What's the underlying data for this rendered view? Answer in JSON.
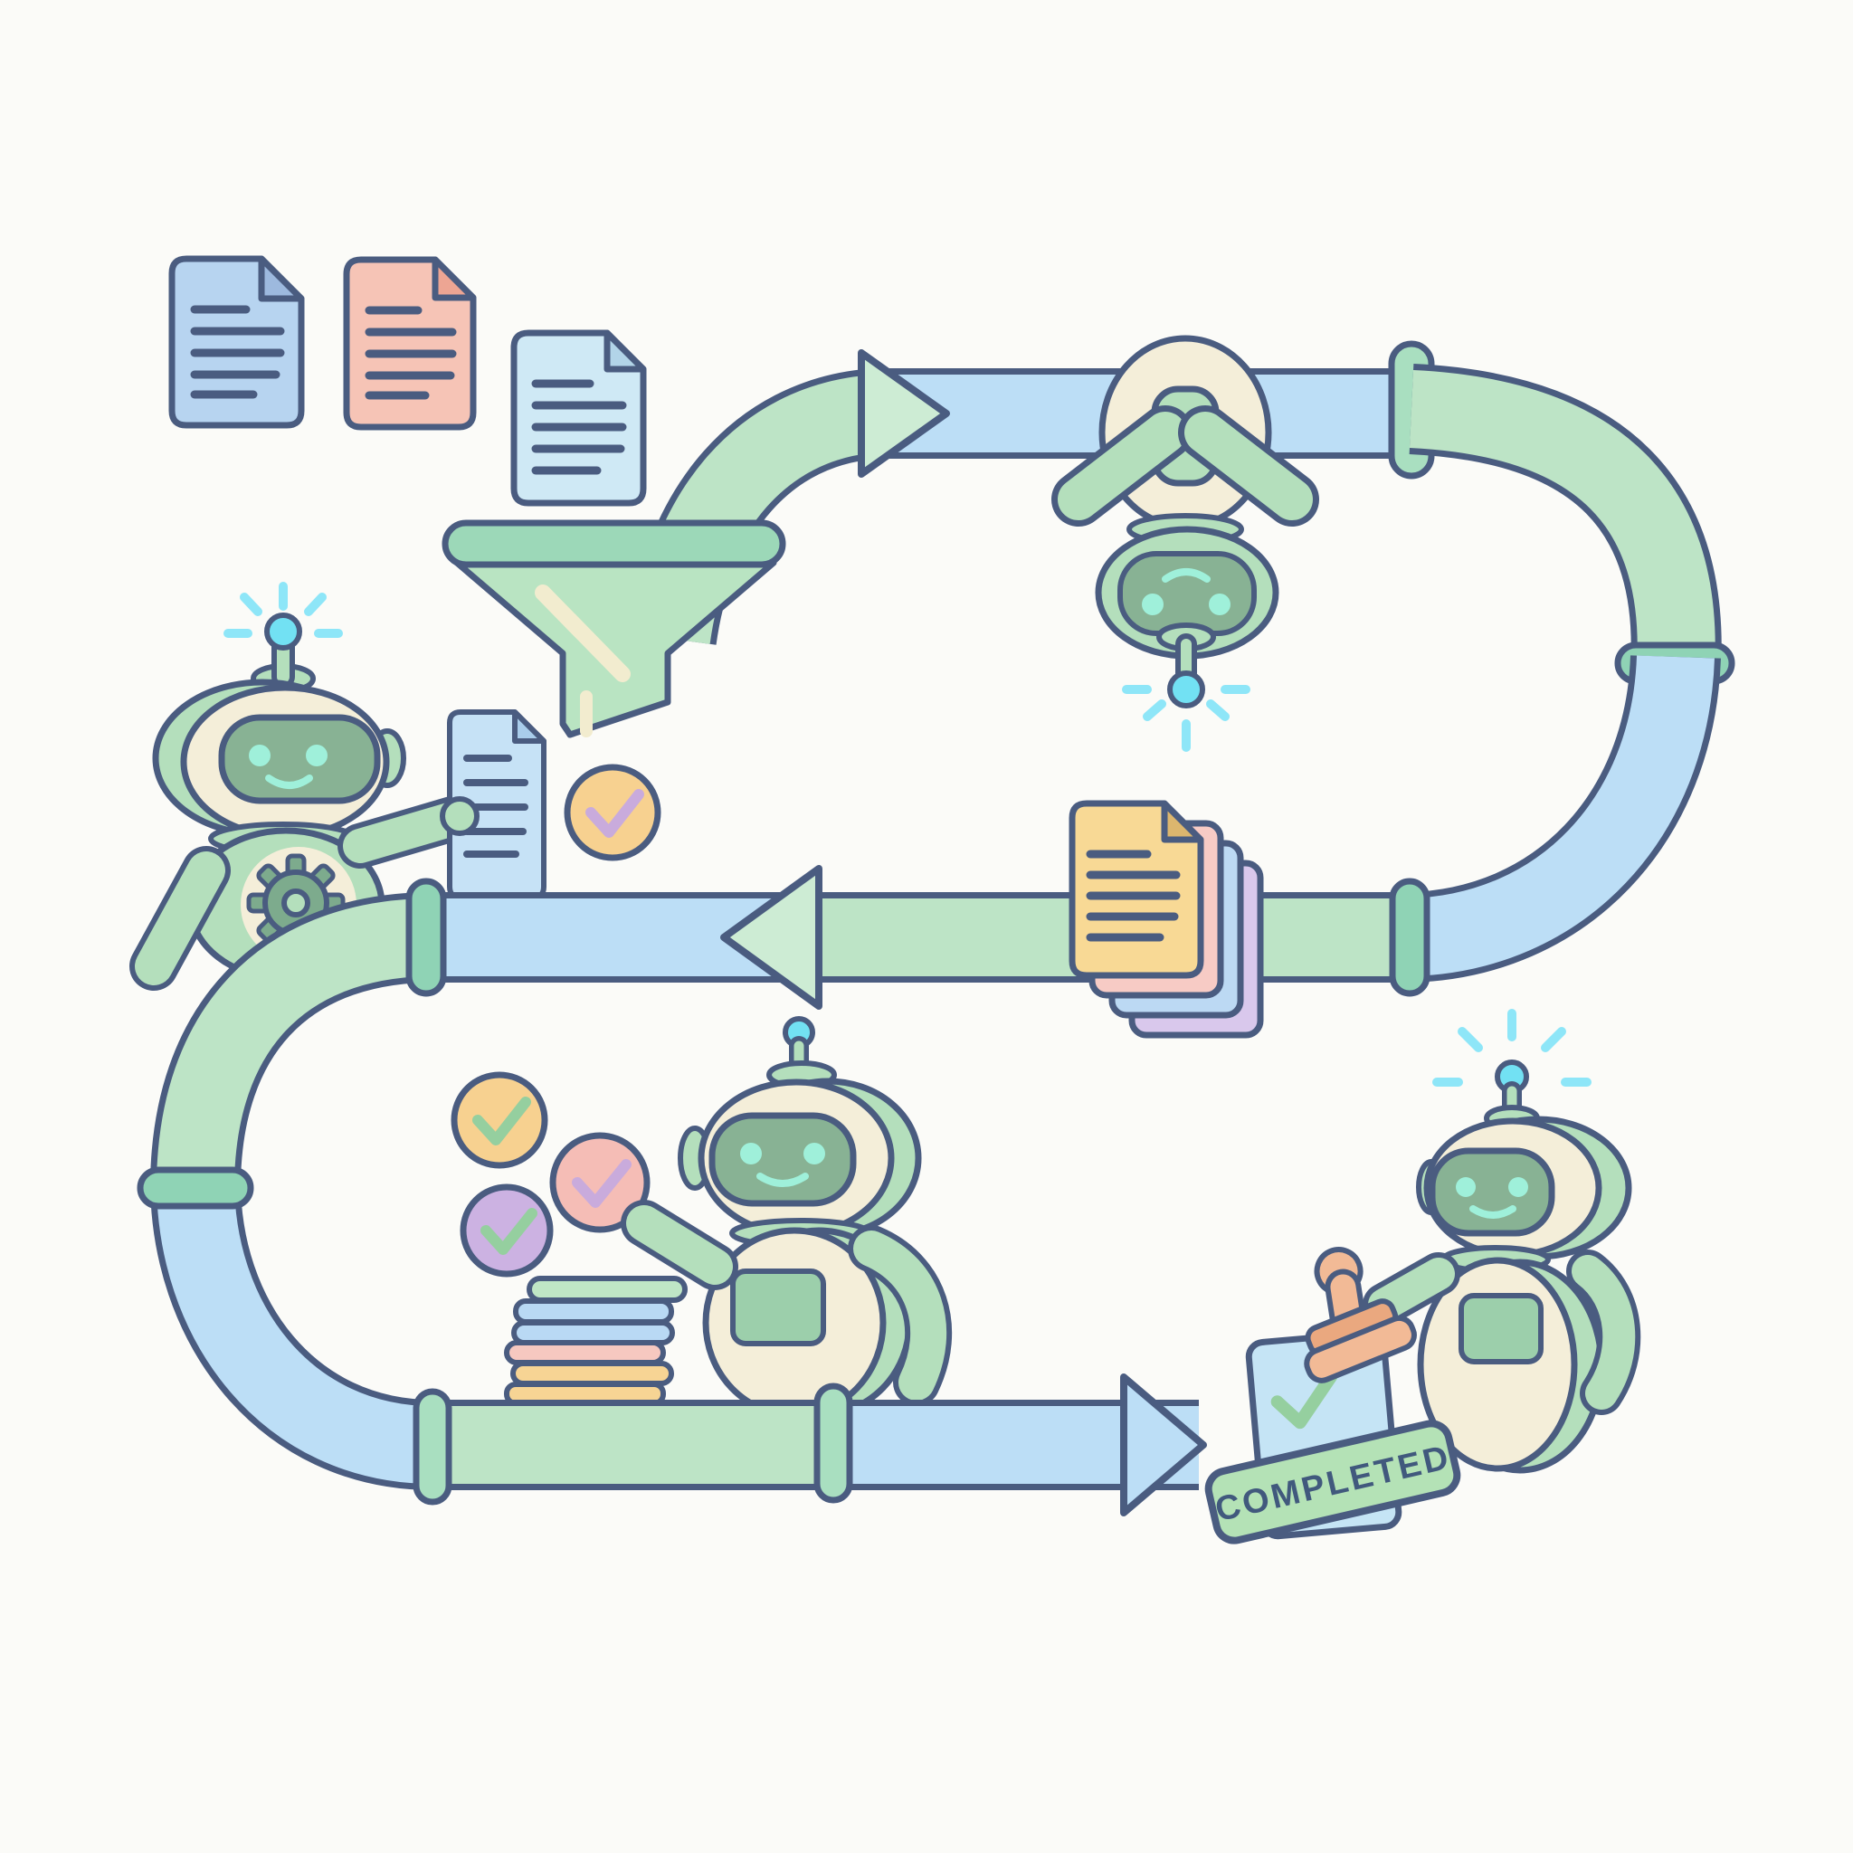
{
  "scene": {
    "background": "#fbfbf8",
    "completed_label": "COMPLETED"
  },
  "palette": {
    "background": "#fbfbf8",
    "outline": "#4a5c80",
    "pipe_green": "#bde4c6",
    "pipe_blue": "#bcdef6",
    "arrow_green": "#cdecd4",
    "coupling_teal": "#8fd3b5",
    "coupling_green": "#a9dfc0",
    "funnel_green": "#b9e4c2",
    "funnel_bar": "#9cd8b8",
    "funnel_highlight": "#f2eccf",
    "robot_cream": "#f4eed9",
    "robot_green": "#b4dfbc",
    "robot_green_dark": "#9ccfab",
    "visor_green": "#88b294",
    "eye_cyan": "#9ff0da",
    "bulb_cyan": "#72e1f3",
    "ray_cyan": "#8ee6f8",
    "gear_green": "#7dab8d",
    "doc_blue": "#b7d4f0",
    "doc_blue_fold": "#9db9de",
    "doc_salmon": "#f6c4b6",
    "doc_salmon_fold": "#eda593",
    "doc_cyan": "#cfe9f5",
    "doc_cyan_fold": "#b2d4e8",
    "doc_small_blue": "#c6e2f6",
    "doc_small_fold": "#a9cdeb",
    "doc_yellow": "#f8d995",
    "doc_yellow_fold": "#dcb66e",
    "doc_pink": "#f7cbc5",
    "doc_mid_blue": "#bcd9f3",
    "doc_lavender": "#d9c8ec",
    "token_yellow": "#f7d190",
    "token_pink": "#f5bdb6",
    "token_purple": "#ccb2e2",
    "check_green": "#95cf9f",
    "check_purple": "#c9abdc",
    "disc_green": "#bfe6c6",
    "disc_blue": "#b9d9f4",
    "disc_pink": "#f6c8c0",
    "disc_yellow": "#f7d494",
    "stamp_peach": "#f2ba96",
    "stamp_peach_dark": "#eaa87f",
    "completed_doc_blue": "#c5e4f5",
    "banner_green": "#b4e2b6",
    "text_navy": "#41597d"
  },
  "components": {
    "input_documents": [
      "blue-document",
      "salmon-document",
      "cyan-document"
    ],
    "funnel": "funnel-icon",
    "robots": [
      "intake-robot",
      "review-robot",
      "validation-robot",
      "stamping-robot"
    ],
    "check_tokens": [
      "yellow-check-token",
      "pink-check-token",
      "purple-check-token",
      "approved-check-token"
    ],
    "document_stack": [
      "yellow-document",
      "pink-document",
      "blue-document",
      "lavender-document"
    ],
    "disc_stack_colors": [
      "green",
      "blue",
      "blue",
      "pink",
      "yellow",
      "yellow"
    ],
    "output": "completed-document",
    "stamp": "rubber-stamp-icon"
  }
}
